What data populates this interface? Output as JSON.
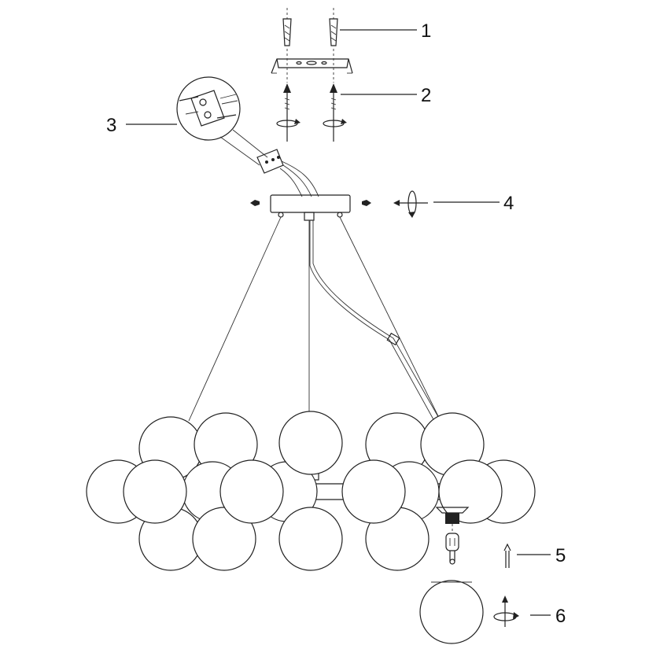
{
  "callouts": [
    {
      "id": "1",
      "label": "1"
    },
    {
      "id": "2",
      "label": "2"
    },
    {
      "id": "3",
      "label": "3"
    },
    {
      "id": "4",
      "label": "4"
    },
    {
      "id": "5",
      "label": "5"
    },
    {
      "id": "6",
      "label": "6"
    }
  ],
  "icons": [
    "wall-anchor-icon",
    "mounting-bracket-icon",
    "screw-icon",
    "rotate-arrow-icon",
    "wire-connector-icon",
    "canopy-icon",
    "globe-icon",
    "bulb-icon",
    "up-arrow-icon"
  ],
  "colors": {
    "line": "#222222",
    "background": "#ffffff"
  }
}
